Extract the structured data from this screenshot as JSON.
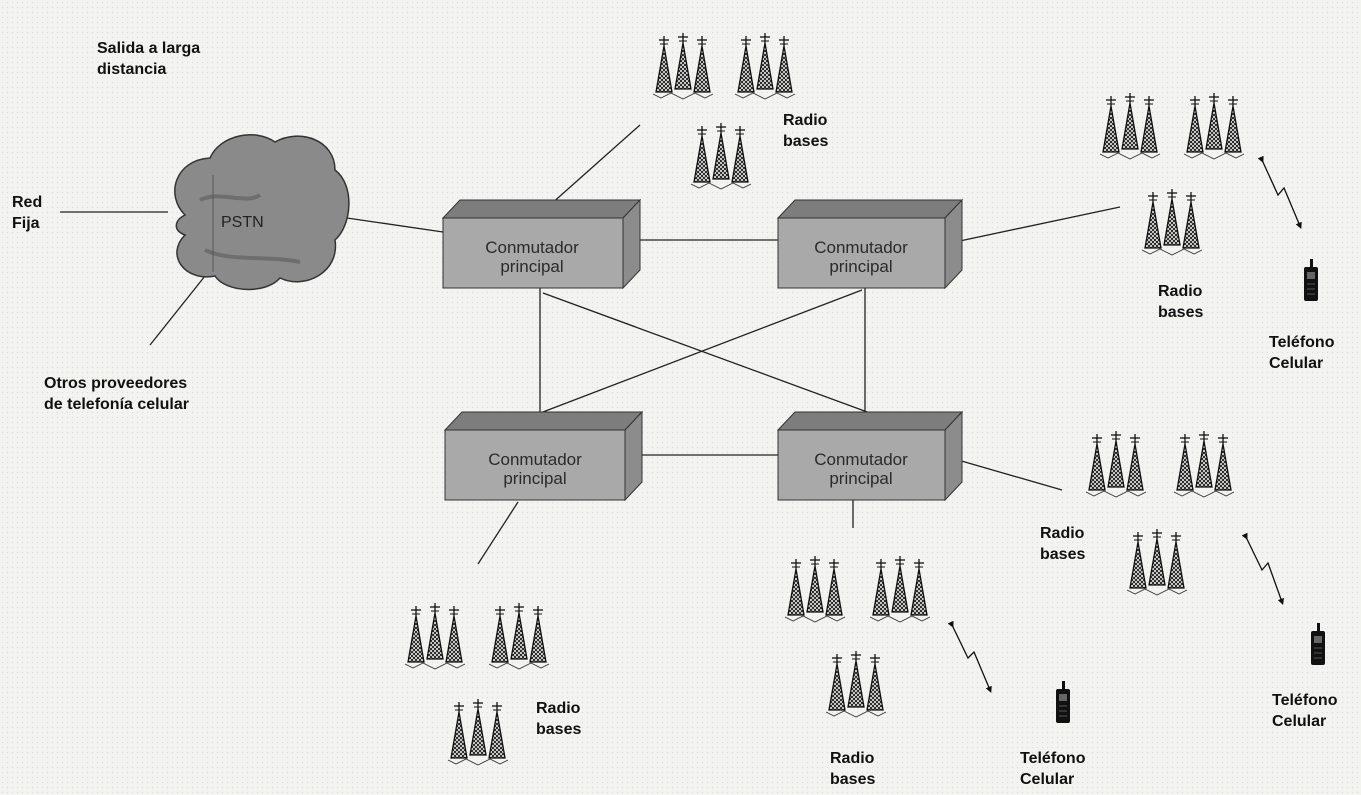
{
  "diagram": {
    "pstn": {
      "label": "PSTN"
    },
    "external": {
      "long_distance": [
        "Salida a larga",
        "distancia"
      ],
      "fixed_network": [
        "Red",
        "Fija"
      ],
      "other_providers": [
        "Otros proveedores",
        "de telefonía celular"
      ]
    },
    "switches": [
      {
        "lines": [
          "Conmutador",
          "principal"
        ]
      },
      {
        "lines": [
          "Conmutador",
          "principal"
        ]
      },
      {
        "lines": [
          "Conmutador",
          "principal"
        ]
      },
      {
        "lines": [
          "Conmutador",
          "principal"
        ]
      }
    ],
    "radio_bases": [
      {
        "lines": [
          "Radio",
          "bases"
        ]
      },
      {
        "lines": [
          "Radio",
          "bases"
        ]
      },
      {
        "lines": [
          "Radio",
          "bases"
        ]
      },
      {
        "lines": [
          "Radio",
          "bases"
        ]
      },
      {
        "lines": [
          "Radio",
          "bases"
        ]
      }
    ],
    "phones": [
      {
        "lines": [
          "Teléfono",
          "Celular"
        ]
      },
      {
        "lines": [
          "Teléfono",
          "Celular"
        ]
      },
      {
        "lines": [
          "Teléfono",
          "Celular"
        ]
      }
    ],
    "colors": {
      "box_front": "#a9a9a9",
      "box_top": "#7d7d7d",
      "box_side": "#8c8c8c",
      "cloud": "#8a8a8a",
      "line": "#222222"
    },
    "icons": [
      "cell-tower-icon",
      "cell-phone-icon",
      "radio-link-icon"
    ]
  }
}
